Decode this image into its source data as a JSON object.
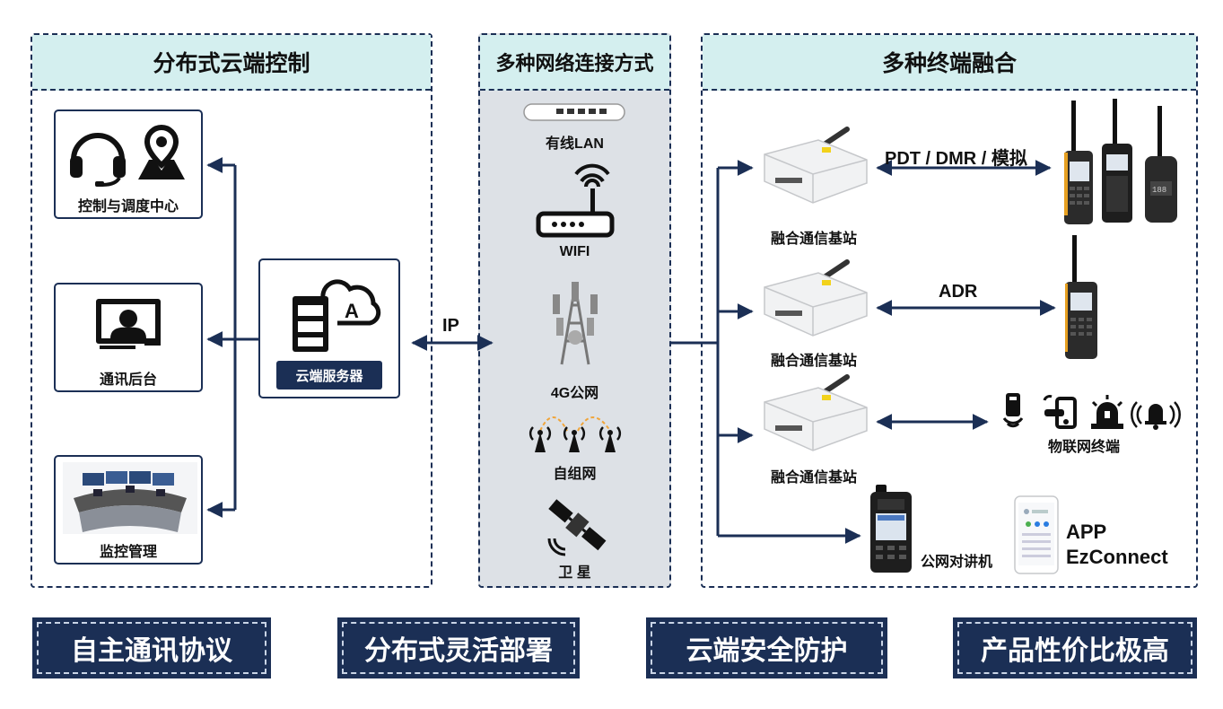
{
  "panels": {
    "left_title": "分布式云端控制",
    "middle_title": "多种网络连接方式",
    "right_title": "多种终端融合"
  },
  "left": {
    "dispatch_center": "控制与调度中心",
    "comm_backend": "通讯后台",
    "monitor_mgmt": "监控管理",
    "cloud_server": "云端服务器",
    "server_badge": "A"
  },
  "link_label": "IP",
  "networks": [
    {
      "label": "有线LAN",
      "icon": "lan-switch-icon"
    },
    {
      "label": "WIFI",
      "icon": "wifi-router-icon"
    },
    {
      "label": "4G公网",
      "icon": "cell-tower-icon"
    },
    {
      "label": "自组网",
      "icon": "mesh-antenna-icon"
    },
    {
      "label": "卫 星",
      "icon": "satellite-icon"
    }
  ],
  "right": {
    "base_station_label": "融合通信基站",
    "link1": "PDT / DMR / 模拟",
    "link2": "ADR",
    "iot_label": "物联网终端",
    "poc_label": "公网对讲机",
    "app_line1": "APP",
    "app_line2": "EzConnect"
  },
  "banners": [
    "自主通讯协议",
    "分布式灵活部署",
    "云端安全防护",
    "产品性价比极高"
  ],
  "colors": {
    "navy": "#1b2f55",
    "head_bg": "#d4efef",
    "mid_bg": "#dde1e6",
    "orange": "#f0a53a"
  }
}
